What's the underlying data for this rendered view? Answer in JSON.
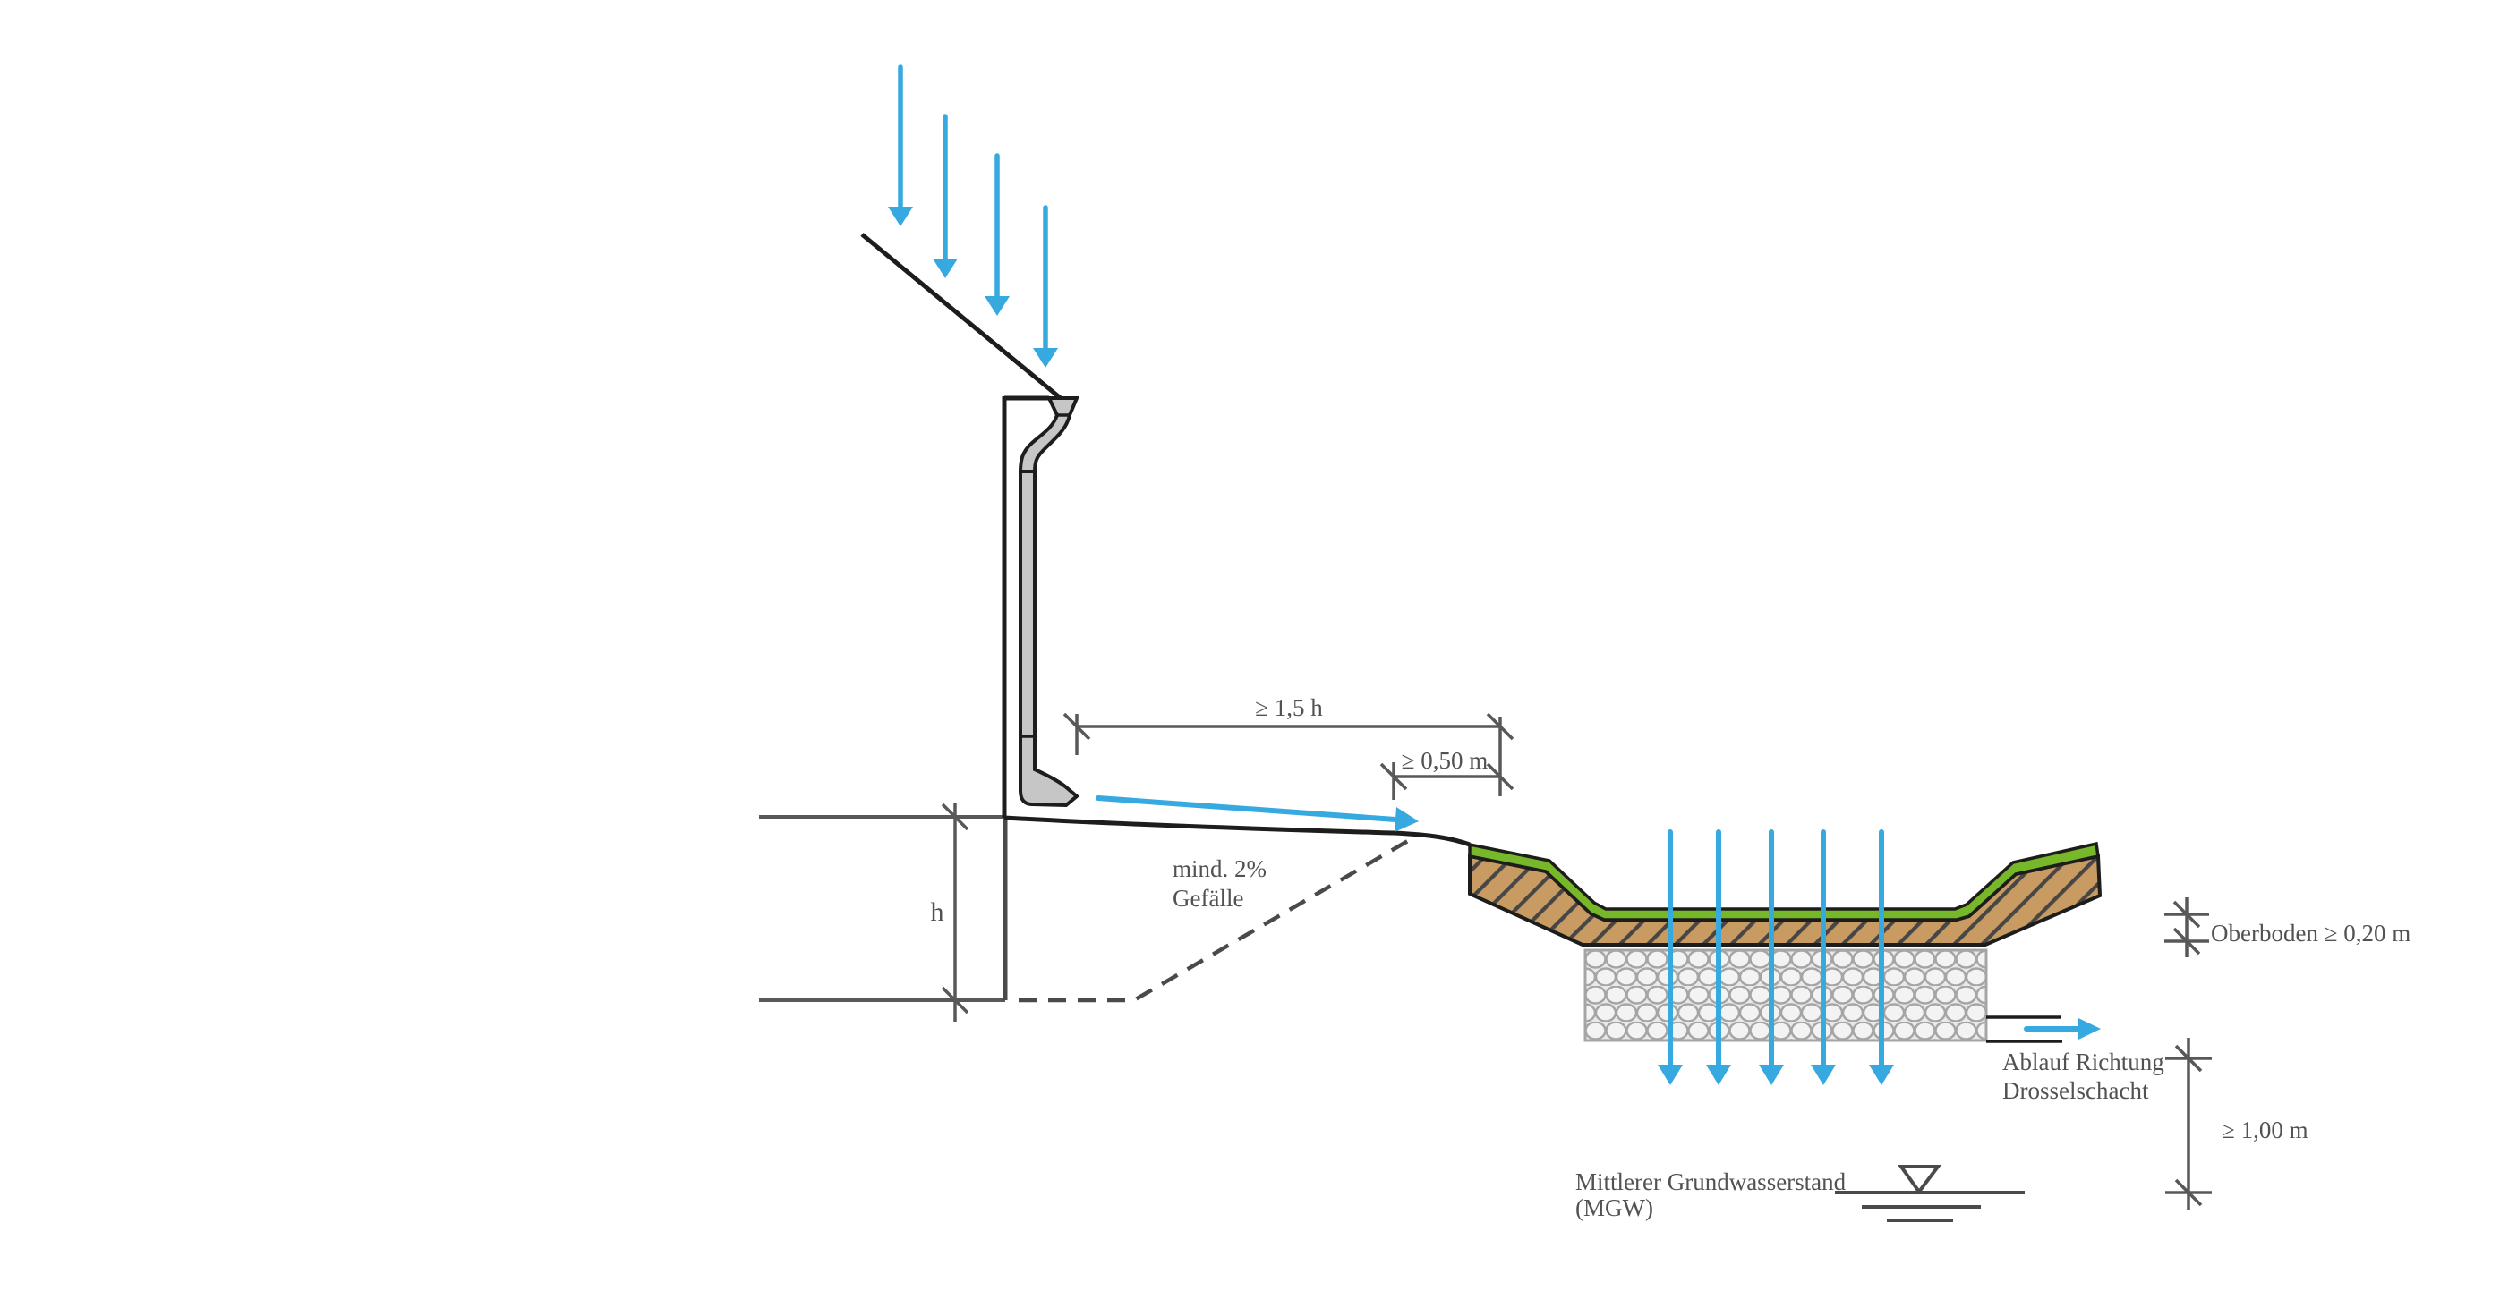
{
  "diagram": {
    "type": "infiltration-swale-cross-section",
    "language": "de",
    "labels": {
      "dim_distance": "≥ 1,5 h",
      "dim_margin": "≥ 0,50 m",
      "slope_line1": "mind. 2%",
      "slope_line2": "Gefälle",
      "building_height": "h",
      "topsoil": "Oberboden ≥ 0,20 m",
      "outlet_line1": "Ablauf Richtung",
      "outlet_line2": "Drosselschacht",
      "dim_groundwater": "≥ 1,00 m",
      "groundwater_line1": "Mittlerer Grundwasserstand",
      "groundwater_line2": "(MGW)"
    },
    "colors": {
      "water": "#36a9e1",
      "grass": "#76b82a",
      "soil": "#c79b62",
      "soil_hatch": "#474645",
      "pipe_fill": "#c6c6c6",
      "line_black": "#1d1d1b",
      "dim_gray": "#58585a",
      "dash_gray": "#4a4a4c",
      "gravel_fill": "#e9e9e9",
      "gravel_stone": "#f3f3f3",
      "gravel_outline": "#a5a5a4",
      "text_gray": "#525255"
    }
  }
}
